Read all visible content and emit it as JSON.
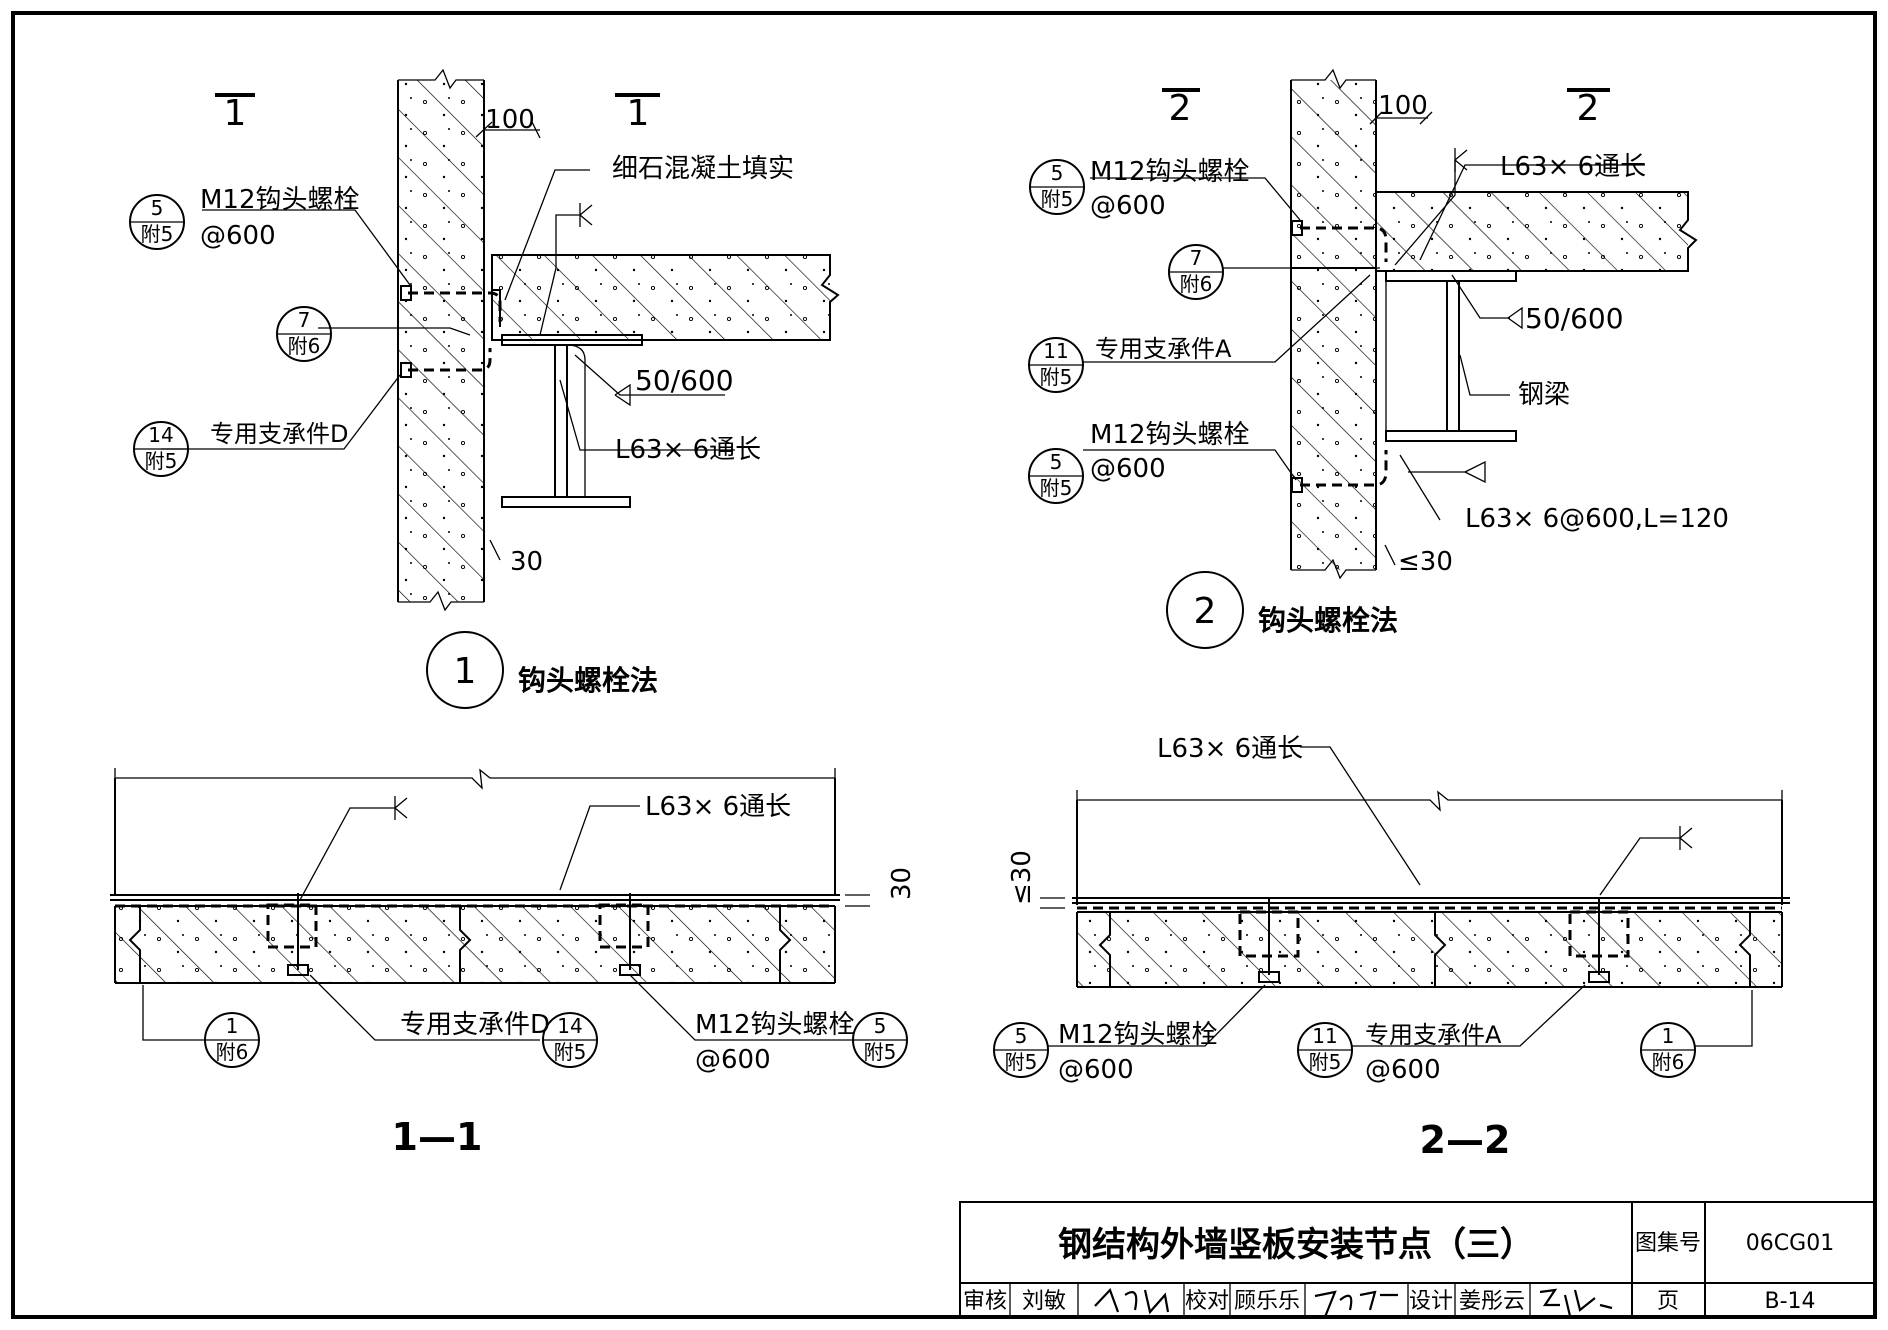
{
  "detail1": {
    "sec_num_left": "1",
    "sec_num_right": "1",
    "dim_100": "100",
    "dim_30": "30",
    "callout_fill": "细石混凝土填实",
    "bolt_ref_top": "5",
    "bolt_ref_bottom": "附5",
    "bolt_label": "M12钩头螺栓",
    "bolt_spacing": "@600",
    "ref7_top": "7",
    "ref7_bottom": "附6",
    "weld_label": "50/600",
    "angle_label": "L63× 6通长",
    "support_ref_top": "14",
    "support_ref_bottom": "附5",
    "support_label": "专用支承件D",
    "title_num": "1",
    "title": "钩头螺栓法"
  },
  "detail2": {
    "sec_num_left": "2",
    "sec_num_right": "2",
    "dim_100": "100",
    "dim_30": "≤30",
    "bolt_ref_top": "5",
    "bolt_ref_bottom": "附5",
    "bolt_label": "M12钩头螺栓",
    "bolt_spacing": "@600",
    "angle_label": "L63× 6通长",
    "ref7_top": "7",
    "ref7_bottom": "附6",
    "weld_label": "50/600",
    "support_ref_top": "11",
    "support_ref_bottom": "附5",
    "support_label": "专用支承件A",
    "beam_label": "钢梁",
    "bolt2_ref_top": "5",
    "bolt2_ref_bottom": "附5",
    "bolt2_label": "M12钩头螺栓",
    "bolt2_spacing": "@600",
    "short_angle_label": "L63× 6@600,L=120",
    "title_num": "2",
    "title": "钩头螺栓法"
  },
  "section1": {
    "angle_label": "L63× 6通长",
    "dim_30": "30",
    "ref1_top": "1",
    "ref1_bottom": "附6",
    "support_label": "专用支承件D",
    "support_ref_top": "14",
    "support_ref_bottom": "附5",
    "bolt_label": "M12钩头螺栓",
    "bolt_spacing": "@600",
    "bolt_ref_top": "5",
    "bolt_ref_bottom": "附5",
    "title": "1—1"
  },
  "section2": {
    "angle_label": "L63× 6通长",
    "dim_30": "≤30",
    "bolt_ref_top": "5",
    "bolt_ref_bottom": "附5",
    "bolt_label": "M12钩头螺栓",
    "bolt_spacing": "@600",
    "support_ref_top": "11",
    "support_ref_bottom": "附5",
    "support_label": "专用支承件A",
    "support_spacing": "@600",
    "ref1_top": "1",
    "ref1_bottom": "附6",
    "title": "2—2"
  },
  "title_block": {
    "title": "钢结构外墙竖板安装节点（三）",
    "atlas_label": "图集号",
    "atlas_no": "06CG01",
    "review_label": "审核",
    "reviewer": "刘敏",
    "check_label": "校对",
    "checker": "顾乐乐",
    "design_label": "设计",
    "designer": "姜彤云",
    "page_label": "页",
    "page_no": "B-14"
  }
}
